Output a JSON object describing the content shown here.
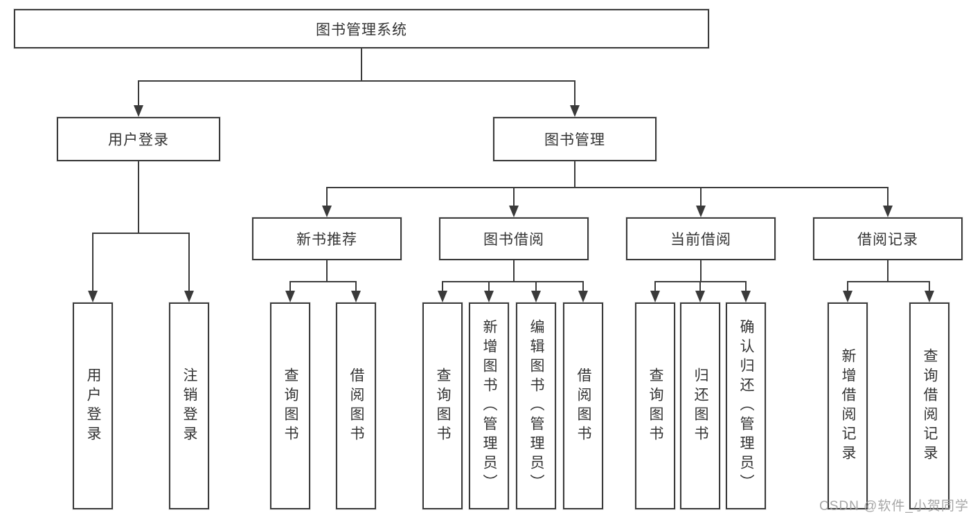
{
  "diagram": {
    "type": "tree",
    "title": "图书管理系统",
    "colors": {
      "line": "#3a3a3a",
      "text": "#333333",
      "box_background": "#ffffff",
      "watermark": "#9e9e9e"
    },
    "nodes": {
      "root": "图书管理系统",
      "user_login": "用户登录",
      "book_mgmt": "图书管理",
      "new_book_rec": "新书推荐",
      "book_borrow": "图书借阅",
      "current_borrow": "当前借阅",
      "borrow_records": "借阅记录",
      "ul_user_login": "用户登录",
      "ul_logout": "注销登录",
      "nr_query_book": "查询图书",
      "nr_borrow_book": "借阅图书",
      "bb_query_book": "查询图书",
      "bb_add_book": "新增图书（管理员）",
      "bb_edit_book": "编辑图书（管理员）",
      "bb_borrow_book": "借阅图书",
      "cb_query_book": "查询图书",
      "cb_return_book": "归还图书",
      "cb_confirm_return": "确认归还（管理员）",
      "br_add_record": "新增借阅记录",
      "br_query_record": "查询借阅记录"
    },
    "hierarchy": {
      "图书管理系统": {
        "用户登录": [
          "用户登录",
          "注销登录"
        ],
        "图书管理": {
          "新书推荐": [
            "查询图书",
            "借阅图书"
          ],
          "图书借阅": [
            "查询图书",
            "新增图书（管理员）",
            "编辑图书（管理员）",
            "借阅图书"
          ],
          "当前借阅": [
            "查询图书",
            "归还图书",
            "确认归还（管理员）"
          ],
          "借阅记录": [
            "新增借阅记录",
            "查询借阅记录"
          ]
        }
      }
    }
  },
  "watermark": {
    "text": "CSDN @软件_小贺同学"
  }
}
